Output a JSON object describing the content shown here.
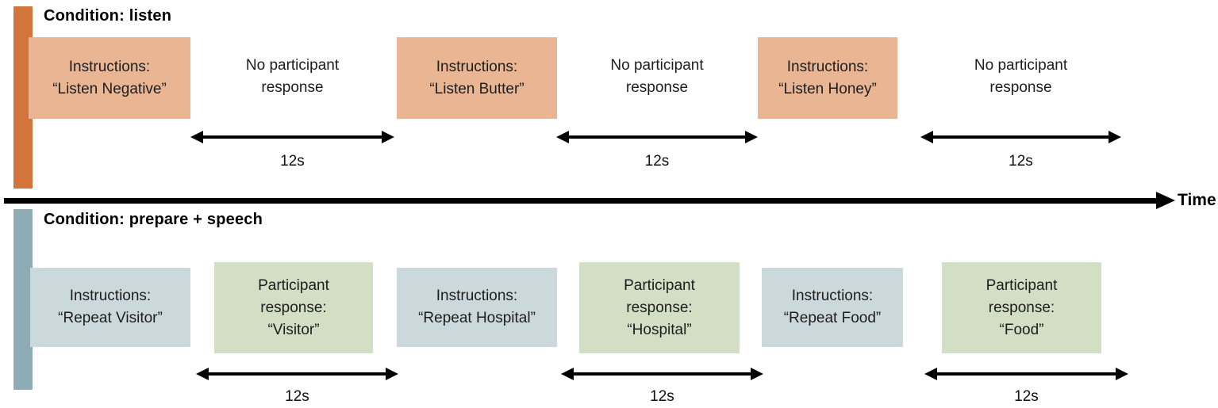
{
  "colors": {
    "listen_bar": "#d2753b",
    "listen_box": "#eab592",
    "prepare_bar": "#8dacb4",
    "prepare_box": "#cbd9dd",
    "response_box": "#d2dfc4",
    "arrow": "#000000"
  },
  "timeline": {
    "label": "Time"
  },
  "listen": {
    "title": "Condition: listen",
    "trials": [
      {
        "instruction": "Instructions:\n“Listen Negative”",
        "gap": "No participant\nresponse",
        "duration": "12s"
      },
      {
        "instruction": "Instructions:\n“Listen Butter”",
        "gap": "No participant\nresponse",
        "duration": "12s"
      },
      {
        "instruction": "Instructions:\n“Listen Honey”",
        "gap": "No participant\nresponse",
        "duration": "12s"
      }
    ]
  },
  "prepare": {
    "title": "Condition: prepare + speech",
    "trials": [
      {
        "instruction": "Instructions:\n“Repeat Visitor”",
        "response": "Participant\nresponse:\n“Visitor”",
        "duration": "12s"
      },
      {
        "instruction": "Instructions:\n“Repeat Hospital”",
        "response": "Participant\nresponse:\n“Hospital”",
        "duration": "12s"
      },
      {
        "instruction": "Instructions:\n“Repeat Food”",
        "response": "Participant\nresponse:\n“Food”",
        "duration": "12s"
      }
    ]
  }
}
